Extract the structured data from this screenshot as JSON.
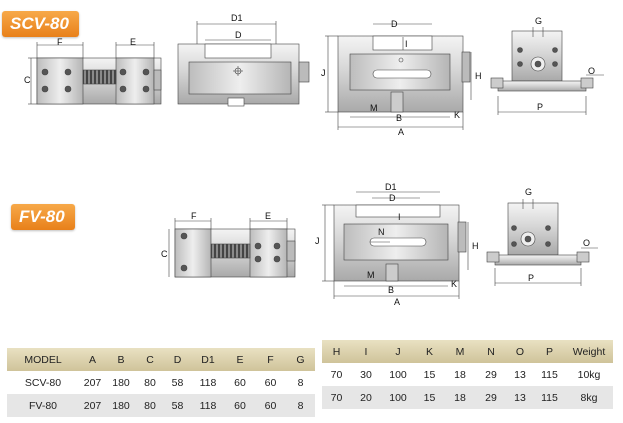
{
  "models": [
    {
      "badge": "SCV-80"
    },
    {
      "badge": "FV-80"
    }
  ],
  "dim_labels": {
    "A": "A",
    "B": "B",
    "C": "C",
    "D": "D",
    "D1": "D1",
    "E": "E",
    "F": "F",
    "G": "G",
    "H": "H",
    "I": "I",
    "J": "J",
    "K": "K",
    "M": "M",
    "N": "N",
    "O": "O",
    "P": "P"
  },
  "table_left": {
    "headers": [
      "MODEL",
      "A",
      "B",
      "C",
      "D",
      "D1",
      "E",
      "F",
      "G"
    ],
    "rows": [
      [
        "SCV-80",
        "207",
        "180",
        "80",
        "58",
        "118",
        "60",
        "60",
        "8"
      ],
      [
        "FV-80",
        "207",
        "180",
        "80",
        "58",
        "118",
        "60",
        "60",
        "8"
      ]
    ]
  },
  "table_right": {
    "headers": [
      "H",
      "I",
      "J",
      "K",
      "M",
      "N",
      "O",
      "P",
      "Weight"
    ],
    "rows": [
      [
        "70",
        "30",
        "100",
        "15",
        "18",
        "29",
        "13",
        "115",
        "10kg"
      ],
      [
        "70",
        "20",
        "100",
        "15",
        "18",
        "29",
        "13",
        "115",
        "8kg"
      ]
    ]
  }
}
